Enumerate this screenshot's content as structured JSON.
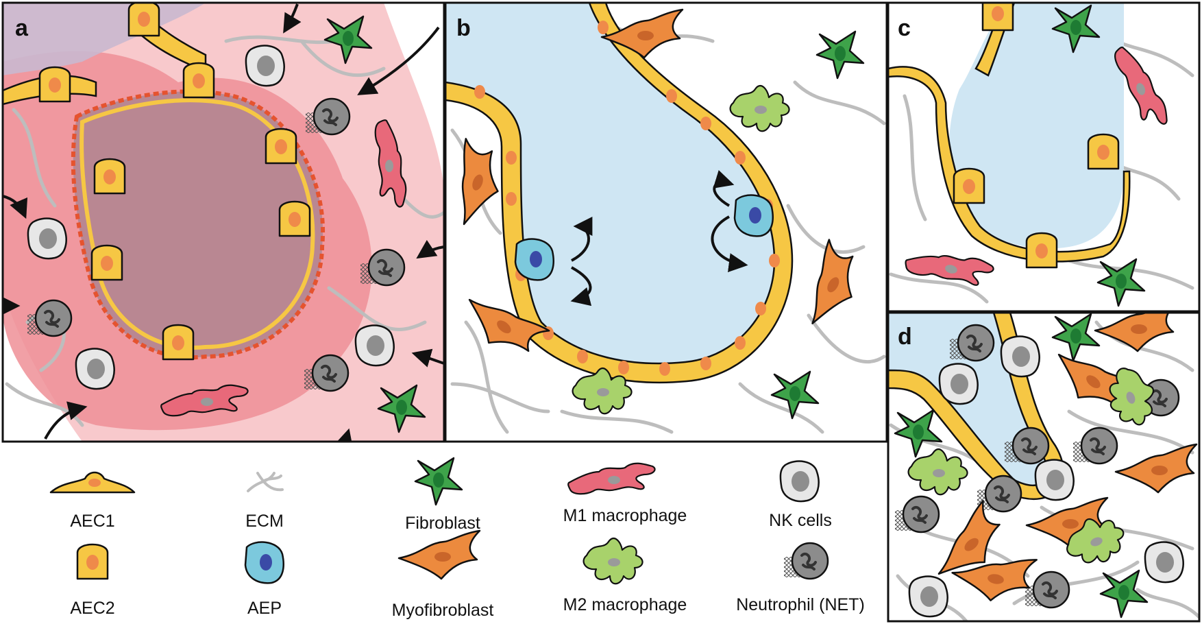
{
  "panels": [
    {
      "id": "a",
      "label": "a"
    },
    {
      "id": "b",
      "label": "b"
    },
    {
      "id": "c",
      "label": "c"
    },
    {
      "id": "d",
      "label": "d"
    }
  ],
  "legend": {
    "items": [
      {
        "key": "aec1",
        "label": "AEC1"
      },
      {
        "key": "ecm",
        "label": "ECM"
      },
      {
        "key": "fibroblast",
        "label": "Fibroblast"
      },
      {
        "key": "m1",
        "label": "M1 macrophage"
      },
      {
        "key": "nk",
        "label": "NK cells"
      },
      {
        "key": "aec2",
        "label": "AEC2"
      },
      {
        "key": "aep",
        "label": "AEP"
      },
      {
        "key": "myofibroblast",
        "label": "Myofibroblast"
      },
      {
        "key": "m2",
        "label": "M2 macrophage"
      },
      {
        "key": "neutrophil",
        "label": "Neutrophil (NET)"
      }
    ]
  },
  "colors": {
    "airspace": "#cfe6f3",
    "epithelium": "#f6c744",
    "nucleus": "#ef8a4a",
    "aep": "#7cc9dd",
    "aep_nucleus": "#3a4aa6",
    "fibroblast": "#3ea34a",
    "myofibroblast": "#ec8a3e",
    "m1": "#e8697a",
    "m2": "#a8d26b",
    "nk": "#e7e7e7",
    "neutrophil": "#8c8c8c",
    "ecm": "#bdbdbd",
    "inflammation": "#e84a5f",
    "outline": "#111111"
  }
}
